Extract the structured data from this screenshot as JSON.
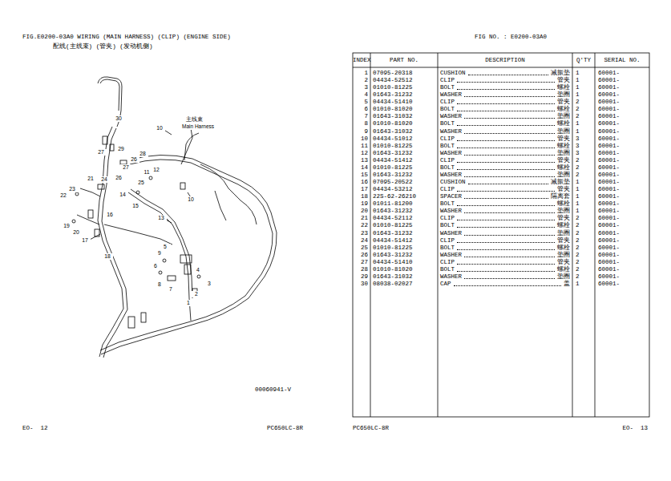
{
  "diagram": {
    "title": "FIG.E0200-03A0 WIRING (MAIN HARNESS) (CLIP) (ENGINE SIDE)",
    "labels": [
      "配线(主线束) (管夹) (发动机侧)",
      "30",
      "10",
      "29",
      "28",
      "27",
      "26",
      "27",
      "12",
      "11",
      "25",
      "21",
      "24",
      "26",
      "23",
      "22",
      "14",
      "15",
      "10",
      "16",
      "13",
      "19",
      "20",
      "17",
      "18",
      "5",
      "9",
      "6",
      "8",
      "7",
      "4",
      "3",
      "2",
      "1",
      "主线束",
      "Main Harness",
      "00060941-V",
      "EO-  12",
      "PC650LC-8R",
      "PC650LC-8R",
      "EO-  13",
      "FIG NO. : E0200-03A0",
      "INDEX",
      "PART NO.",
      "DESCRIPTION",
      "Q'TY",
      "SERIAL NO.",
      "1",
      "07095-20318",
      "CUSHION",
      "减振垫",
      "1",
      "60001-",
      "2",
      "04434-52512",
      "CLIP",
      "管夹",
      "1",
      "60001-",
      "3",
      "01010-81225",
      "BOLT",
      "螺栓",
      "1",
      "60001-",
      "4",
      "01643-31232",
      "WASHER",
      "垫圈",
      "1",
      "60001-",
      "5",
      "04434-51410",
      "CLIP",
      "管夹",
      "2",
      "60001-",
      "6",
      "01010-81020",
      "BOLT",
      "螺栓",
      "2",
      "60001-",
      "7",
      "01643-31032",
      "WASHER",
      "垫圈",
      "2",
      "60001-",
      "8",
      "01010-81020",
      "BOLT",
      "螺栓",
      "1",
      "60001-",
      "9",
      "01643-31032",
      "WASHER",
      "垫圈",
      "1",
      "60001-",
      "10",
      "04434-51012",
      "CLIP",
      "管夹",
      "3",
      "60001-",
      "11",
      "01010-81225",
      "BOLT",
      "螺栓",
      "3",
      "60001-",
      "12",
      "01643-31232",
      "WASHER",
      "垫圈",
      "3",
      "60001-",
      "13",
      "04434-51412",
      "CLIP",
      "管夹",
      "2",
      "60001-",
      "14",
      "01010-81225",
      "BOLT",
      "螺栓",
      "2",
      "60001-",
      "15",
      "01643-31232",
      "WASHER",
      "垫圈",
      "2",
      "60001-",
      "16",
      "07095-20522",
      "CUSHION",
      "减振垫",
      "1",
      "60001-",
      "17",
      "04434-53212",
      "CLIP",
      "管夹",
      "1",
      "60001-",
      "18",
      "22S-62-26210",
      "SPACER",
      "隔离套",
      "1",
      "60001-",
      "19",
      "01011-81200",
      "BOLT",
      "螺栓",
      "1",
      "60001-",
      "20",
      "01643-31232",
      "WASHER",
      "垫圈",
      "1",
      "60001-",
      "21",
      "04434-52112",
      "CLIP",
      "管夹",
      "2",
      "60001-",
      "22",
      "01010-81225",
      "BOLT",
      "螺栓",
      "2",
      "60001-",
      "23",
      "01643-31232",
      "WASHER",
      "垫圈",
      "2",
      "60001-",
      "24",
      "04434-51412",
      "CLIP",
      "管夹",
      "2",
      "60001-",
      "25",
      "01010-81225",
      "BOLT",
      "螺栓",
      "2",
      "60001-",
      "26",
      "01643-31232",
      "WASHER",
      "垫圈",
      "2",
      "60001-",
      "27",
      "04434-51410",
      "CLIP",
      "管夹",
      "2",
      "60001-",
      "28",
      "01010-81020",
      "BOLT",
      "螺栓",
      "2",
      "60001-",
      "29",
      "01643-31032",
      "WASHER",
      "垫圈",
      "2",
      "60001-",
      "30",
      "08038-02027",
      "CAP",
      "盖",
      "1",
      "60001-"
    ]
  }
}
